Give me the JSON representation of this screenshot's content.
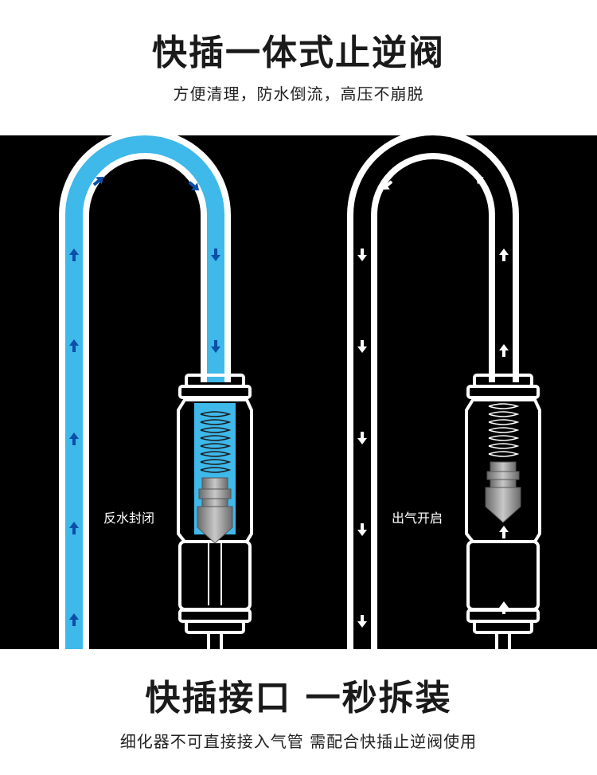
{
  "header": {
    "title": "快插一体式止逆阀",
    "subtitle": "方便清理，防水倒流，高压不崩脱"
  },
  "diagram": {
    "left_state_label": "反水封闭",
    "right_state_label": "出气开启",
    "colors": {
      "water": "#3fb8ea",
      "arrow_blue": "#0a4fa8",
      "tube": "#ffffff",
      "background": "#000000",
      "valve_core": "#9a9a9a"
    }
  },
  "footer": {
    "title": "快插接口 一秒拆装",
    "subtitle": "细化器不可直接接入气管 需配合快插止逆阀使用"
  }
}
